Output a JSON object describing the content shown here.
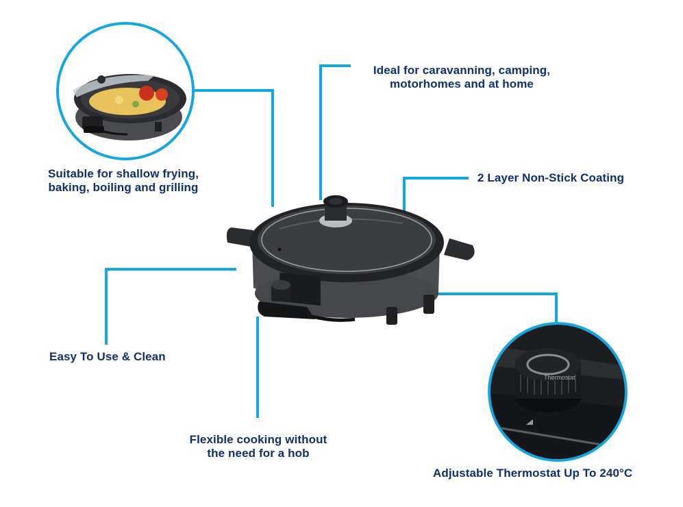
{
  "features": [
    {
      "id": "versatile",
      "lines": [
        "Suitable for shallow frying,",
        "baking, boiling and grilling"
      ]
    },
    {
      "id": "portable",
      "lines": [
        "Ideal for caravanning, camping,",
        "motorhomes and at home"
      ]
    },
    {
      "id": "coating",
      "lines": [
        "2 Layer Non-Stick Coating"
      ]
    },
    {
      "id": "easy",
      "lines": [
        "Easy To Use & Clean"
      ]
    },
    {
      "id": "flexible",
      "lines": [
        "Flexible cooking without",
        "the need for a hob"
      ]
    },
    {
      "id": "thermostat",
      "lines": [
        "Adjustable Thermostat Up To 240°C"
      ]
    }
  ],
  "thermostat_dial_text": "Thermostat",
  "colors": {
    "accent_line": "#13a6e3",
    "label_text": "#0f2f6e",
    "product_body": "#3c3d40"
  }
}
